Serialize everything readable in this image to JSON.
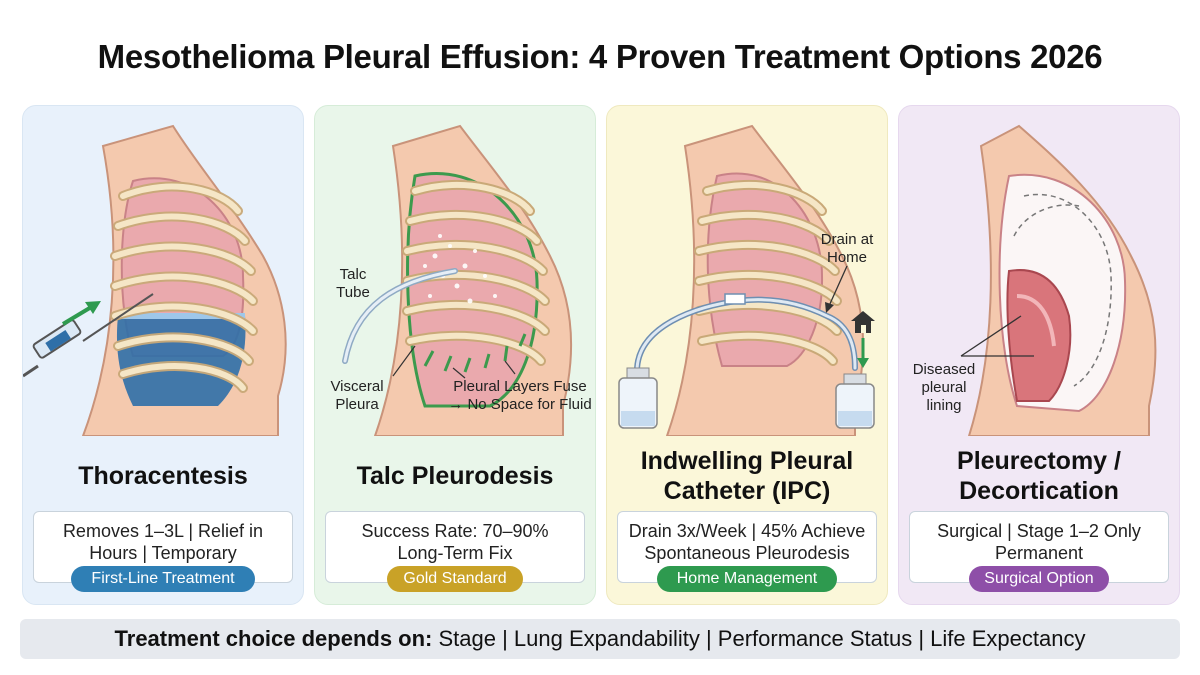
{
  "title": "Mesothelioma Pleural Effusion: 4 Proven Treatment Options 2026",
  "panels": [
    {
      "title": "Thoracentesis",
      "desc_line1": "Removes 1–3L | Relief in",
      "desc_line2": "Hours | Temporary",
      "badge": "First-Line Treatment",
      "badge_color": "#2f7fb5"
    },
    {
      "title": "Talc Pleurodesis",
      "desc_line1": "Success Rate: 70–90%",
      "desc_line2": "Long-Term Fix",
      "badge": "Gold Standard",
      "badge_color": "#c9a227",
      "labels": {
        "talc_tube_1": "Talc",
        "talc_tube_2": "Tube",
        "visceral_1": "Visceral",
        "visceral_2": "Pleura",
        "fuse_1": "Pleural Layers Fuse",
        "fuse_2": "→ No Space for Fluid"
      }
    },
    {
      "title_line1": "Indwelling Pleural",
      "title_line2": "Catheter (IPC)",
      "desc_line1": "Drain 3x/Week | 45% Achieve",
      "desc_line2": "Spontaneous Pleurodesis",
      "badge": "Home Management",
      "badge_color": "#2e9a4f",
      "labels": {
        "drain_1": "Drain at",
        "drain_2": "Home"
      }
    },
    {
      "title_line1": "Pleurectomy /",
      "title_line2": "Decortication",
      "desc_line1": "Surgical | Stage 1–2 Only",
      "desc_line2": "Permanent",
      "badge": "Surgical Option",
      "badge_color": "#8e4fa8",
      "labels": {
        "diseased_1": "Diseased",
        "diseased_2": "pleural",
        "diseased_3": "lining"
      }
    }
  ],
  "footer": {
    "lead": "Treatment choice depends on:",
    "factors": "Stage | Lung Expandability | Performance Status | Life Expectancy"
  },
  "icons": [
    "syringe-icon",
    "home-icon",
    "arrow-icon"
  ]
}
